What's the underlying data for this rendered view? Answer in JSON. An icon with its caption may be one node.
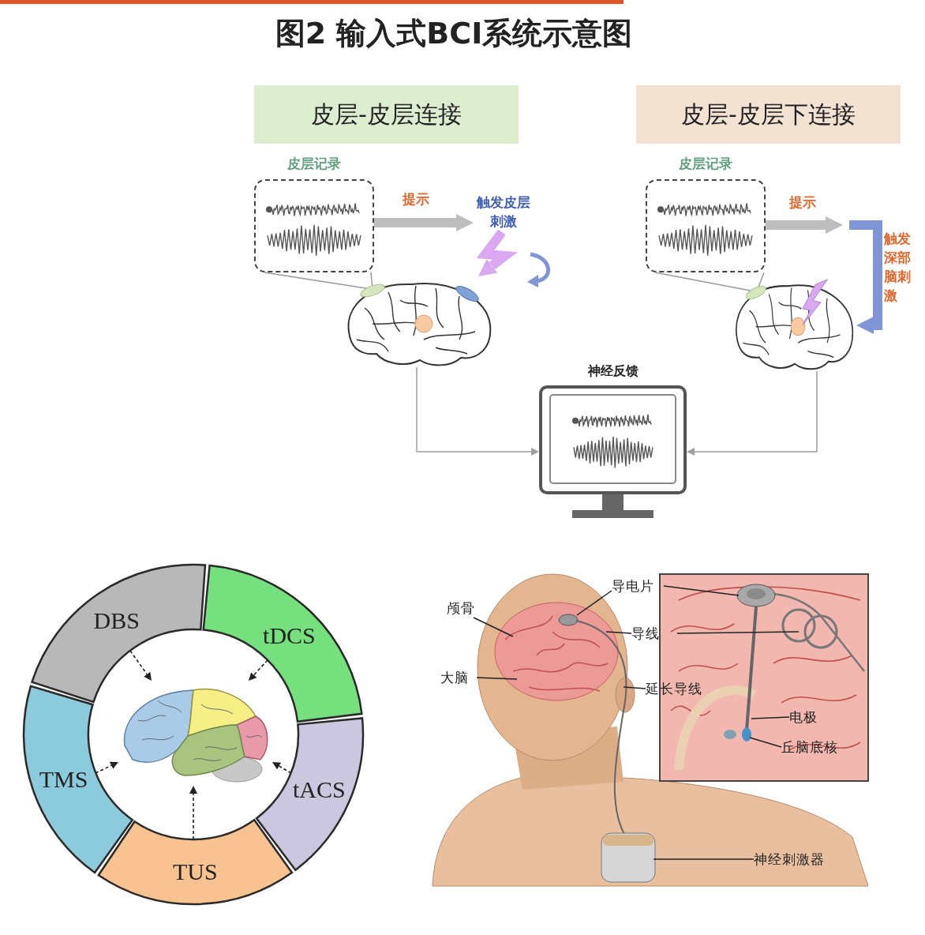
{
  "diagram": {
    "title": "图2 输入式BCI系统示意图",
    "nodes": [
      {
        "text": [
          "皮层-皮层连接"
        ]
      },
      {
        "text": [
          "皮层-皮层下连接"
        ]
      },
      {
        "text": [
          "皮层记录"
        ]
      },
      {
        "text": [
          "皮层记录"
        ]
      },
      {
        "text": [],
        "shape": "picture"
      },
      {
        "text": [],
        "shape": "picture"
      },
      {
        "text": [
          "神经反馈"
        ]
      },
      {
        "text": [
          "触发皮层刺激"
        ]
      },
      {
        "text": [
          "DBS"
        ]
      },
      {
        "text": [
          "tDCS"
        ]
      },
      {
        "text": [
          "tACS"
        ]
      },
      {
        "text": [
          "TUS"
        ]
      },
      {
        "text": [
          "TMS"
        ]
      },
      {
        "text": [],
        "shape": "picture"
      },
      {
        "text": [
          "颅骨"
        ]
      },
      {
        "text": [
          "大脑"
        ]
      },
      {
        "text": [
          "导电片"
        ]
      },
      {
        "text": [
          "导线"
        ]
      },
      {
        "text": [
          "延长导线"
        ]
      },
      {
        "text": [
          "电极"
        ]
      },
      {
        "text": [
          "丘脑底核"
        ]
      },
      {
        "text": [
          "神经刺激器"
        ]
      }
    ],
    "edges": [
      {
        "from": 2,
        "to": 7,
        "arrow": "to",
        "label": "提示",
        "style": "thick",
        "color": "#bdbdbd"
      },
      {
        "from": 3,
        "to": null,
        "arrow": "to",
        "label": "提示",
        "style": "thick",
        "color": "#bdbdbd"
      },
      {
        "from": null,
        "to": 5,
        "arrow": "to",
        "label": "触发深部脑刺激",
        "style": "thick",
        "color": "#7f95d6"
      },
      {
        "from": 2,
        "to": 4,
        "arrow": "none",
        "color": "#999999"
      },
      {
        "from": 3,
        "to": 5,
        "arrow": "none",
        "color": "#999999"
      },
      {
        "from": 4,
        "to": 6,
        "arrow": "to",
        "color": "#9e9e9e"
      },
      {
        "from": 5,
        "to": 6,
        "arrow": "to",
        "color": "#9e9e9e"
      },
      {
        "from": 8,
        "to": 13,
        "arrow": "to",
        "style": "dashed"
      },
      {
        "from": 9,
        "to": 13,
        "arrow": "to",
        "style": "dashed"
      },
      {
        "from": 10,
        "to": 13,
        "arrow": "to",
        "style": "dashed"
      },
      {
        "from": 11,
        "to": 13,
        "arrow": "to",
        "style": "dashed"
      },
      {
        "from": 12,
        "to": 13,
        "arrow": "to",
        "style": "dashed"
      },
      {
        "from": 14,
        "to": null,
        "arrow": "none"
      },
      {
        "from": 15,
        "to": null,
        "arrow": "none"
      },
      {
        "from": 16,
        "to": null,
        "arrow": "none"
      },
      {
        "from": 16,
        "to": null,
        "arrow": "none"
      },
      {
        "from": 17,
        "to": null,
        "arrow": "none"
      },
      {
        "from": 17,
        "to": null,
        "arrow": "none"
      },
      {
        "from": 18,
        "to": null,
        "arrow": "none"
      },
      {
        "from": 19,
        "to": null,
        "arrow": "none"
      },
      {
        "from": 20,
        "to": null,
        "arrow": "none"
      },
      {
        "from": 21,
        "to": null,
        "arrow": "none"
      },
      {
        "from": 7,
        "to": 4,
        "arrow": "to",
        "style": "thick",
        "color": "#d9a8f0"
      }
    ]
  }
}
